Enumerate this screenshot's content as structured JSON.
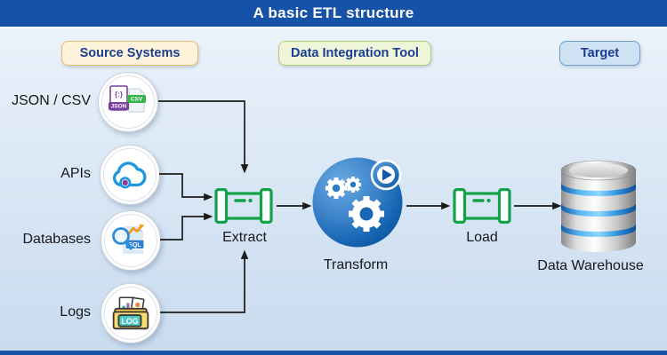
{
  "title": "A basic ETL structure",
  "sections": {
    "source": "Source Systems",
    "integration": "Data Integration Tool",
    "target": "Target"
  },
  "sources": {
    "json_csv": "JSON / CSV",
    "apis": "APIs",
    "databases": "Databases",
    "logs": "Logs"
  },
  "nodes": {
    "extract": "Extract",
    "transform": "Transform",
    "load": "Load",
    "warehouse": "Data Warehouse"
  },
  "icon_text": {
    "json_symbol": "{:}",
    "json": "JSON",
    "csv": "CSV",
    "sql": "SQL",
    "log": "LOG"
  },
  "colors": {
    "title_bar": "#1652a7",
    "background_top": "#eef5fc",
    "background_bottom": "#c8dbef",
    "source_badge_bg": "#fdf3da",
    "source_badge_border": "#e9bc6a",
    "integration_badge_bg": "#eef5d9",
    "integration_badge_border": "#b5cd6d",
    "target_badge_bg": "#cfe2f4",
    "target_badge_border": "#6f9dcc",
    "badge_text": "#1c3e92",
    "pipe_green": "#12a24b",
    "transform_blue": "#1564b2",
    "warehouse_band_blue": "#2f93dd",
    "arrow": "#1a1a1a"
  }
}
